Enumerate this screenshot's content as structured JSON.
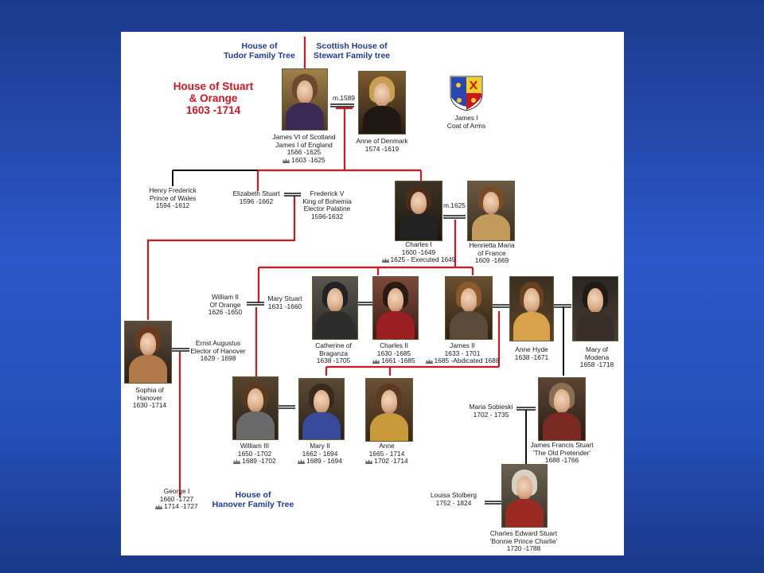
{
  "headings": {
    "tudor": [
      "House of",
      "Tudor Family Tree"
    ],
    "stewart": [
      "Scottish House of",
      "Stewart Family tree"
    ],
    "hanover": [
      "House of",
      "Hanover Family Tree"
    ]
  },
  "title": [
    "House of Stuart",
    "& Orange",
    "1603 -1714"
  ],
  "marriages": {
    "m1589": "m.1589",
    "m1625": "m.1625"
  },
  "coat_of_arms": [
    "James I",
    "Coat of Arms"
  ],
  "people": {
    "james": {
      "lines": [
        "James VI of Scotland",
        "James I of England",
        "1566 -1625"
      ],
      "reign": "1603 -1625"
    },
    "anne_denmark": {
      "lines": [
        "Anne of Denmark",
        "1574 -1619"
      ]
    },
    "henry": {
      "lines": [
        "Henry Frederick",
        "Prince of Wales",
        "1594 -1612"
      ]
    },
    "elizabeth": {
      "lines": [
        "Elizabeth Stuart",
        "1596 -1662"
      ]
    },
    "frederick": {
      "lines": [
        "Frederick V",
        "King of Bohemia",
        "Elector Palatine",
        "1596-1632"
      ]
    },
    "charles1": {
      "lines": [
        "Charles I",
        "1600 -1649"
      ],
      "reign": "1625 - Executed 1649"
    },
    "henrietta": {
      "lines": [
        "Henrietta Maria",
        "of France",
        "1609 -1669"
      ]
    },
    "william2": {
      "lines": [
        "William II",
        "Of Orange",
        "1626 -1650"
      ]
    },
    "mary_stuart": {
      "lines": [
        "Mary Stuart",
        "1631 -1660"
      ]
    },
    "catherine": {
      "lines": [
        "Catherine of",
        "Braganza",
        "1638 -1705"
      ]
    },
    "charles2": {
      "lines": [
        "Charles II",
        "1630 -1685"
      ],
      "reign": "1661 -1685"
    },
    "james2": {
      "lines": [
        "James II",
        "1633 - 1701"
      ],
      "reign": "1685 -Abdicated 1688"
    },
    "anne_hyde": {
      "lines": [
        "Anne Hyde",
        "1638 -1671"
      ]
    },
    "mary_modena": {
      "lines": [
        "Mary of",
        "Modena",
        "1658 -1718"
      ]
    },
    "ernst": {
      "lines": [
        "Ernst Augustus",
        "Elector of Hanover",
        "1629 - 1698"
      ]
    },
    "sophia": {
      "lines": [
        "Sophia of",
        "Hanover",
        "1630 -1714"
      ]
    },
    "william3": {
      "lines": [
        "William III",
        "1650 -1702"
      ],
      "reign": "1689 -1702"
    },
    "mary2": {
      "lines": [
        "Mary II",
        "1662 - 1694"
      ],
      "reign": "1689 - 1694"
    },
    "anne": {
      "lines": [
        "Anne",
        "1665 - 1714"
      ],
      "reign": "1702 -1714"
    },
    "maria_sobieski": {
      "lines": [
        "Maria Sobieski",
        "1702 - 1735"
      ]
    },
    "james_francis": {
      "lines": [
        "James Francis Stuart",
        "'The Old Pretender'",
        "1688 -1766"
      ]
    },
    "george1": {
      "lines": [
        "George I",
        "1660 -1727"
      ],
      "reign": "1714 -1727"
    },
    "louisa": {
      "lines": [
        "Louisa Stolberg",
        "1752 - 1824"
      ]
    },
    "charles_edward": {
      "lines": [
        "Charles Edward Stuart",
        "'Bonnie Prince Charlie'",
        "1720 -1788"
      ]
    }
  },
  "colors": {
    "line_red": "#d4161e",
    "line_black": "#111111",
    "heading_blue": "#1f3a9a",
    "title_red": "#d4161e"
  }
}
